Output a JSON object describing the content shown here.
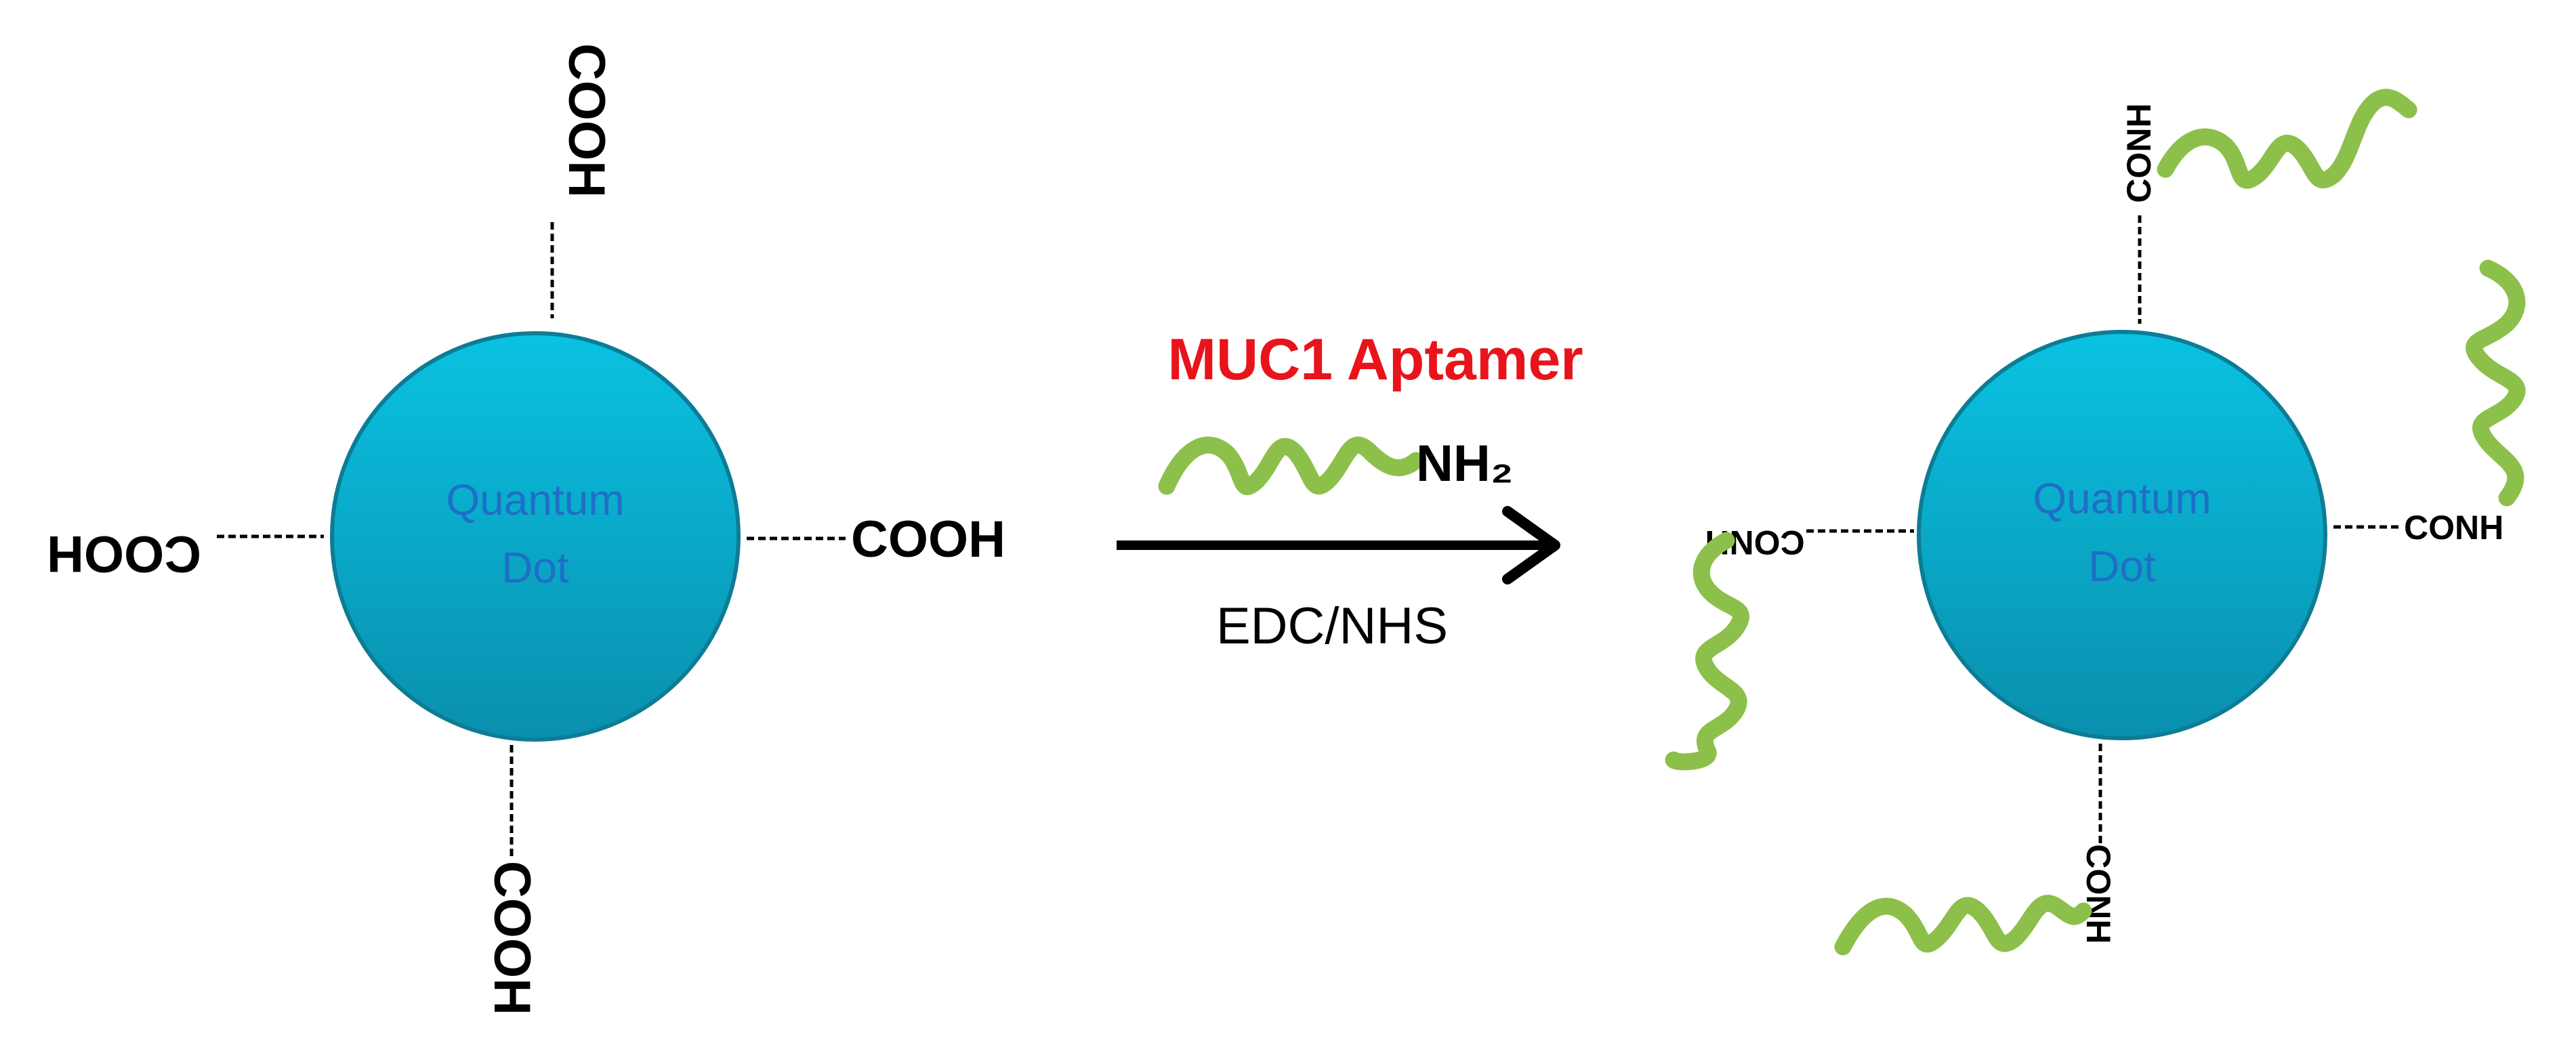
{
  "colors": {
    "dot_top": "#0ac2e2",
    "dot_bottom": "#0a8fae",
    "dot_label": "#1e6fc6",
    "aptamer_title": "#e8141b",
    "strand": "#8cc04b",
    "text": "#000000"
  },
  "left_particle": {
    "label_line1": "Quantum",
    "label_line2": "Dot",
    "group_top": "COOH",
    "group_right": "COOH",
    "group_bottom": "COOH",
    "group_left": "COOH"
  },
  "reaction": {
    "aptamer_title": "MUC1 Aptamer",
    "amine_label": "NH₂",
    "reagents": "EDC/NHS"
  },
  "right_particle": {
    "label_line1": "Quantum",
    "label_line2": "Dot",
    "group_top": "CONH",
    "group_right": "CONH",
    "group_bottom": "CONH",
    "group_left": "CONH"
  }
}
